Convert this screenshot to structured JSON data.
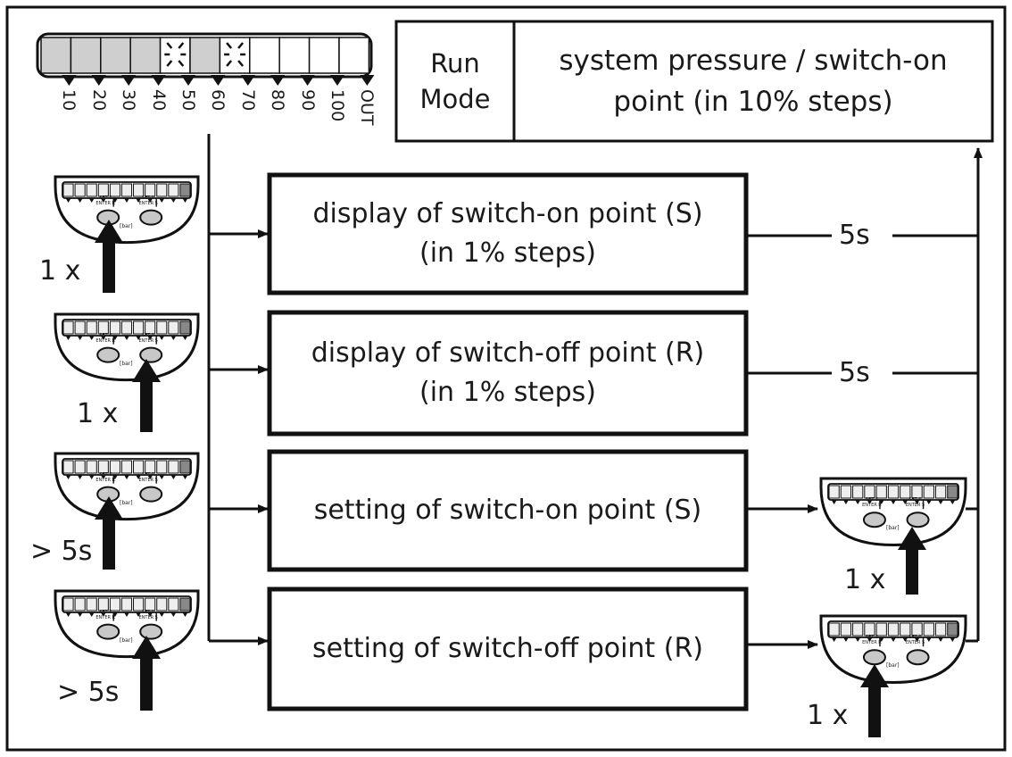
{
  "bar_scale": {
    "labels": [
      "10",
      "20",
      "30",
      "40",
      "50",
      "60",
      "70",
      "80",
      "90",
      "100",
      "OUT"
    ]
  },
  "run_mode": {
    "label_line1": "Run",
    "label_line2": "Mode",
    "desc_line1": "system pressure / switch-on",
    "desc_line2": "point (in 10% steps)"
  },
  "boxes": [
    {
      "line1": "display of switch-on point (S)",
      "line2": "(in 1% steps)",
      "delay": "5s"
    },
    {
      "line1": "display of switch-off point (R)",
      "line2": "(in 1% steps)",
      "delay": "5s"
    },
    {
      "line1": "setting of switch-on point (S)",
      "line2": ""
    },
    {
      "line1": "setting of switch-off point (R)",
      "line2": ""
    }
  ],
  "press_labels": [
    "1 x",
    "1 x",
    "> 5s",
    "> 5s"
  ],
  "confirm_labels": [
    "1 x",
    "1 x"
  ],
  "device": {
    "key_left_1": "SET S",
    "key_left_2": "ENTER R",
    "key_right_1": "SET R",
    "key_right_2": "ENTER S",
    "unit": "[bar]"
  },
  "colors": {
    "line": "#111111",
    "segment_fill": "#cfcfcf",
    "key_fill": "#c8c8c8"
  }
}
